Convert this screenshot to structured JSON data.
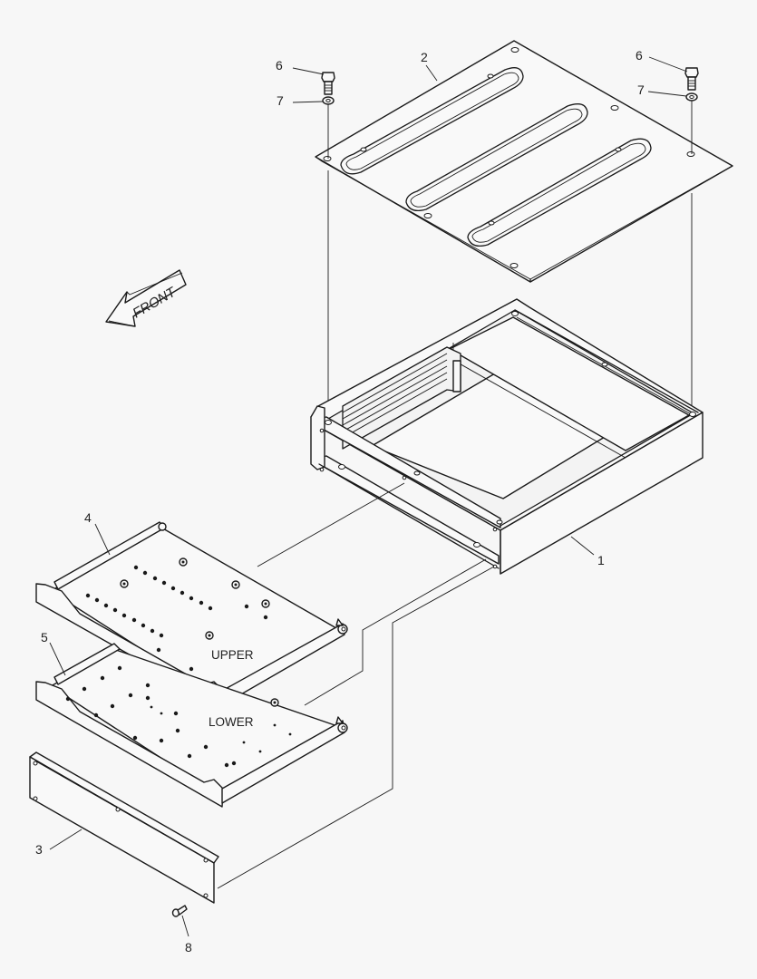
{
  "diagram": {
    "type": "exploded-parts-view",
    "background": "#f7f7f7",
    "line_color": "#1a1a1a",
    "direction_indicator": {
      "text": "FRONT",
      "icon": "arrow-left-icon"
    },
    "tray_labels": {
      "upper": "UPPER",
      "lower": "LOWER"
    },
    "callouts": [
      {
        "id": "1",
        "label": "1",
        "part": "housing"
      },
      {
        "id": "2",
        "label": "2",
        "part": "top-cover-plate"
      },
      {
        "id": "3",
        "label": "3",
        "part": "front-panel"
      },
      {
        "id": "4",
        "label": "4",
        "part": "upper-tray"
      },
      {
        "id": "5",
        "label": "5",
        "part": "lower-tray"
      },
      {
        "id": "6a",
        "label": "6",
        "part": "bolt-left"
      },
      {
        "id": "6b",
        "label": "6",
        "part": "bolt-right"
      },
      {
        "id": "7a",
        "label": "7",
        "part": "washer-left"
      },
      {
        "id": "7b",
        "label": "7",
        "part": "washer-right"
      },
      {
        "id": "8",
        "label": "8",
        "part": "screw"
      }
    ]
  }
}
